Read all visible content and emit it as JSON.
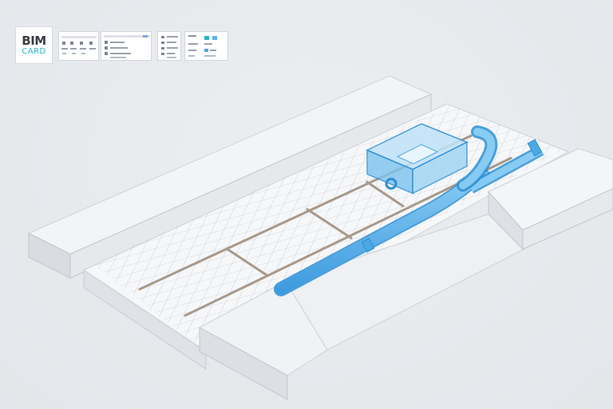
{
  "app": {
    "logo_line1": "BIM",
    "logo_line2": "CARD"
  },
  "thumbnails": [
    {
      "name": "toolbar-panel-1"
    },
    {
      "name": "toolbar-panel-2"
    },
    {
      "name": "toolbar-panel-3"
    },
    {
      "name": "toolbar-panel-4"
    }
  ],
  "scene": {
    "subject": "isometric-slab-with-ductwork",
    "colors": {
      "background": "#e6e8eb",
      "slab": "#f2f3f5",
      "grid": "#c9ccd2",
      "rebar": "#a89a86",
      "duct": "#5fb4e8",
      "duct_edge": "#2d8fd6"
    }
  }
}
